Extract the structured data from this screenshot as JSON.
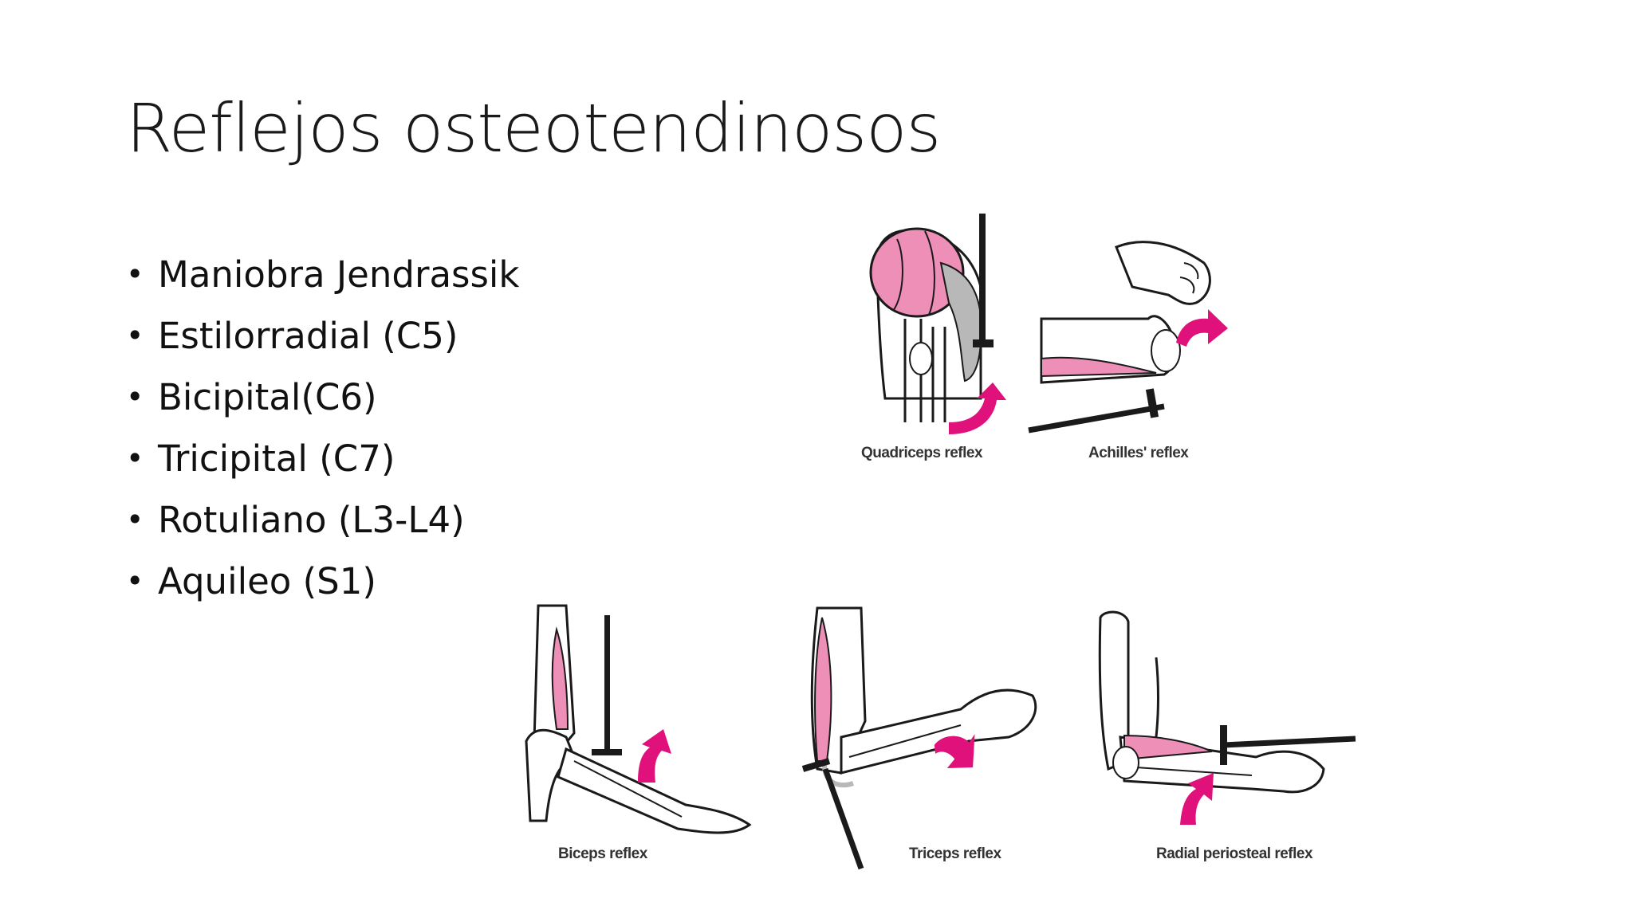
{
  "slide": {
    "title": "Reflejos osteotendinosos",
    "bullets": [
      "Maniobra Jendrassik",
      "Estilorradial (C5)",
      "Bicipital(C6)",
      "Tricipital (C7)",
      "Rotuliano (L3-L4)",
      "Aquileo (S1)"
    ]
  },
  "figures": {
    "quadriceps": {
      "caption": "Quadriceps reflex"
    },
    "achilles": {
      "caption": "Achilles' reflex"
    },
    "biceps": {
      "caption": "Biceps reflex"
    },
    "triceps": {
      "caption": "Triceps reflex"
    },
    "radial": {
      "caption": "Radial periosteal reflex"
    }
  },
  "colors": {
    "muscle_pink": "#ee8fb8",
    "arrow_magenta": "#e0117a",
    "tendon_gray": "#b8b8b8",
    "outline": "#1a1a1a"
  }
}
